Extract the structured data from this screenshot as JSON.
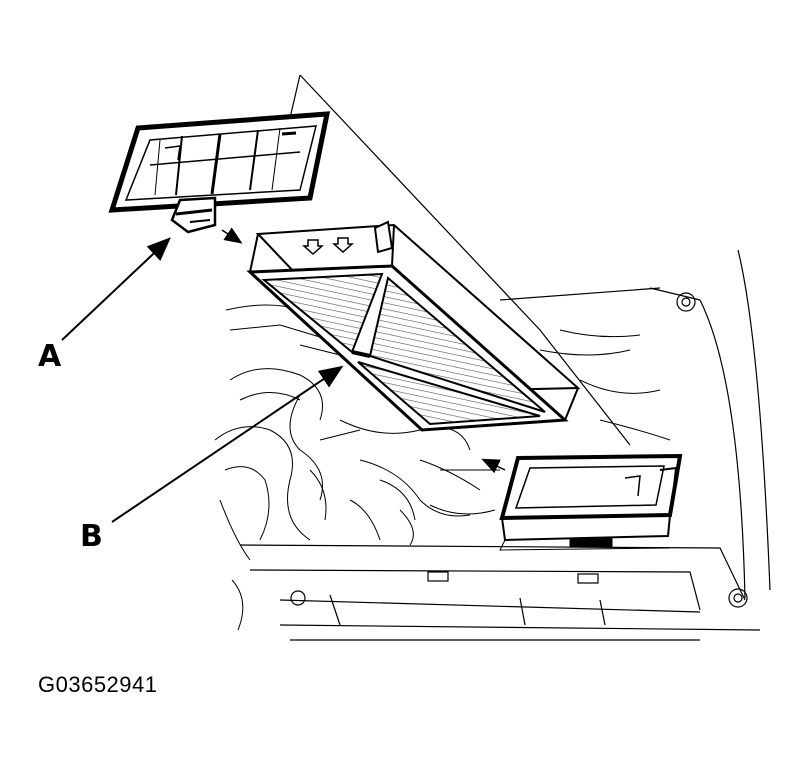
{
  "diagram": {
    "labels": {
      "a": "A",
      "b": "B"
    },
    "figure_id": "G03652941",
    "parts": {
      "a": "filter-cover-lid",
      "b": "cabin-air-filter"
    },
    "colors": {
      "ink": "#000000",
      "paper": "#ffffff",
      "hatch": "#555555"
    }
  }
}
